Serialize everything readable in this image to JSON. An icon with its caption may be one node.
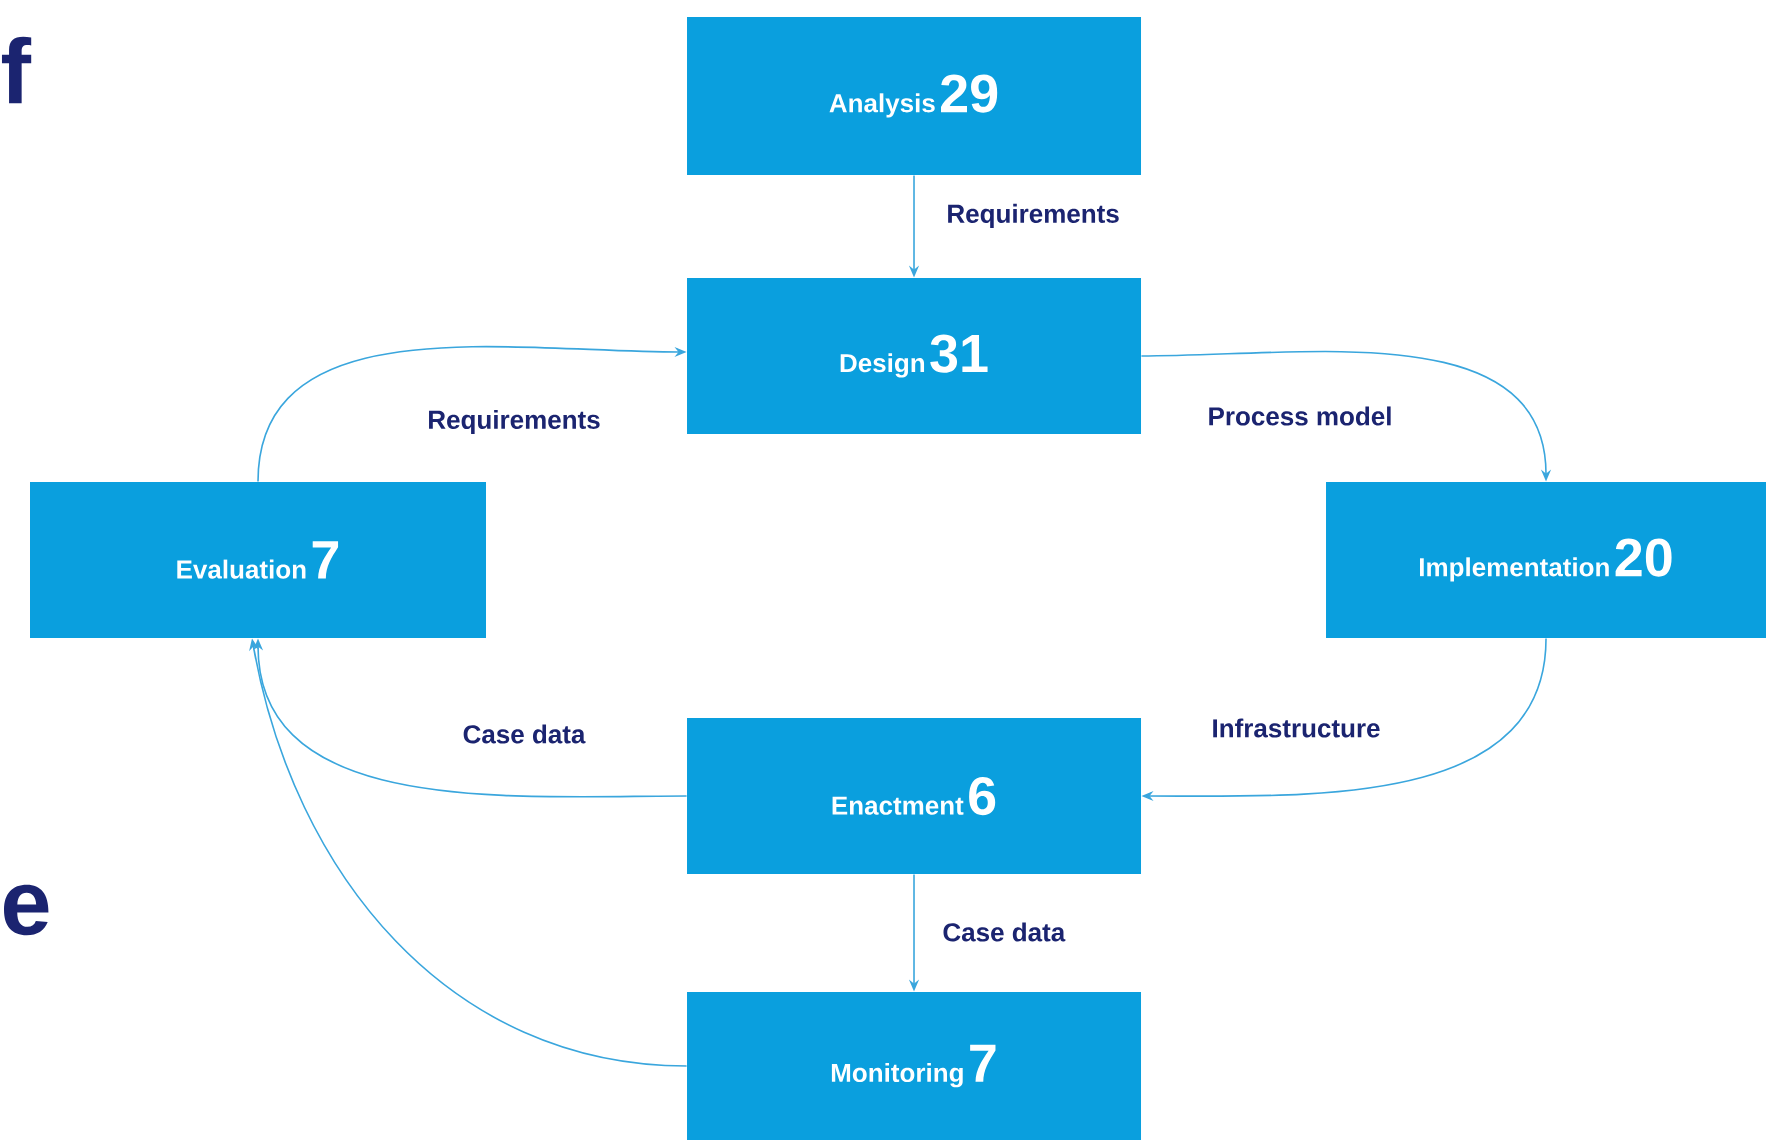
{
  "diagram": {
    "nodes": [
      {
        "text": [
          "Analysis",
          "29"
        ]
      },
      {
        "text": [
          "Design",
          "31"
        ]
      },
      {
        "text": [
          "Implementation",
          "20"
        ]
      },
      {
        "text": [
          "Evaluation",
          "7"
        ]
      },
      {
        "text": [
          "Enactment",
          "6"
        ]
      },
      {
        "text": [
          "Monitoring",
          "7"
        ]
      }
    ],
    "edges": [
      {
        "from": 0,
        "to": 1,
        "arrow": "to",
        "label": "Requirements"
      },
      {
        "from": 1,
        "to": 2,
        "arrow": "to",
        "label": "Process model"
      },
      {
        "from": 2,
        "to": 4,
        "arrow": "to",
        "label": "Infrastructure"
      },
      {
        "from": 4,
        "to": 3,
        "arrow": "to",
        "label": "Case data"
      },
      {
        "from": 3,
        "to": 1,
        "arrow": "to",
        "label": "Requirements"
      },
      {
        "from": 4,
        "to": 5,
        "arrow": "to",
        "label": "Case data"
      },
      {
        "from": 5,
        "to": 3,
        "arrow": "to"
      }
    ],
    "labels": [
      "f",
      "e"
    ]
  }
}
